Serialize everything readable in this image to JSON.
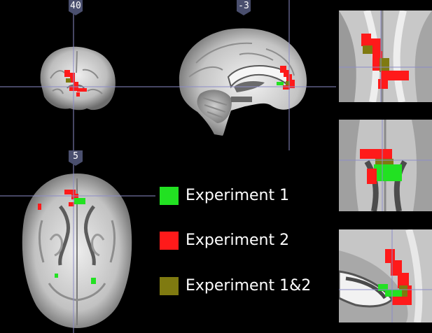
{
  "slice_labels": {
    "coronal": "40",
    "sagittal": "-3",
    "axial": "5"
  },
  "legend": [
    {
      "label": "Experiment 1",
      "color": "#22e122"
    },
    {
      "label": "Experiment 2",
      "color": "#ff1a1a"
    },
    {
      "label": "Experiment 1&2",
      "color": "#7f7a10"
    }
  ],
  "colors": {
    "background": "#000000",
    "crosshair": "#8c8cc8",
    "badge": "#4a4f6e",
    "experiment_1": "#22e122",
    "experiment_2": "#ff1a1a",
    "overlap": "#7f7a10"
  }
}
